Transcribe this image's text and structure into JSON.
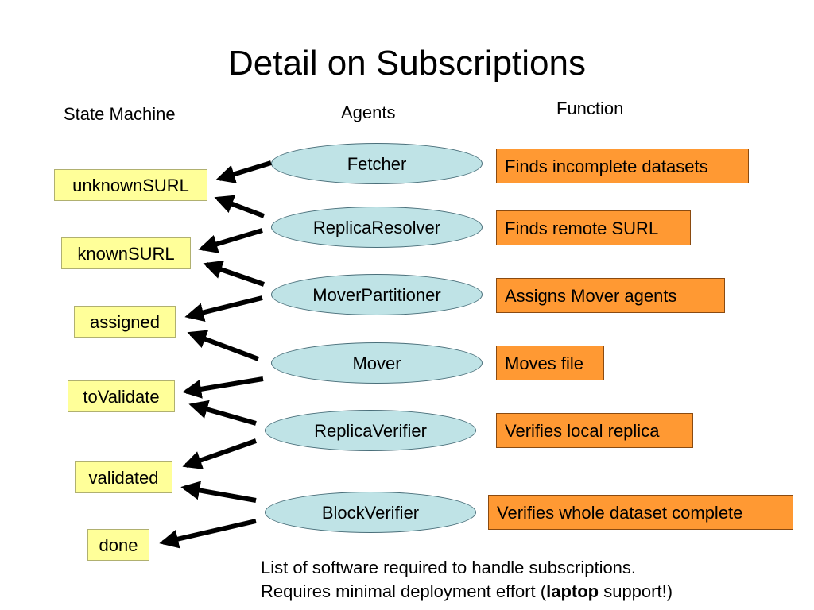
{
  "title": "Detail on Subscriptions",
  "headers": {
    "state_machine": "State Machine",
    "agents": "Agents",
    "function": "Function"
  },
  "states": [
    "unknownSURL",
    "knownSURL",
    "assigned",
    "toValidate",
    "validated",
    "done"
  ],
  "agents": [
    "Fetcher",
    "ReplicaResolver",
    "MoverPartitioner",
    "Mover",
    "ReplicaVerifier",
    "BlockVerifier"
  ],
  "functions": [
    "Finds incomplete datasets",
    "Finds remote SURL",
    "Assigns Mover agents",
    "Moves file",
    "Verifies local replica",
    "Verifies whole dataset complete"
  ],
  "note": {
    "line1": "List of software required to handle subscriptions.",
    "line2_before": "Requires minimal deployment effort (",
    "line2_bold": "laptop",
    "line2_after": " support!)"
  },
  "colors": {
    "state_fill": "#ffff99",
    "agent_fill": "#bfe3e6",
    "function_fill": "#ff9933",
    "arrow": "#000000"
  }
}
